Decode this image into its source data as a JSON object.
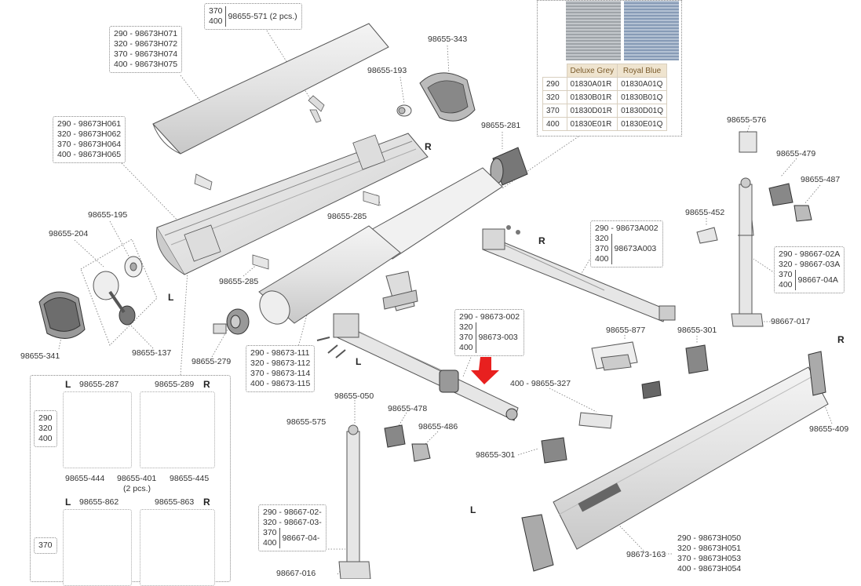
{
  "colors": {
    "line": "#555555",
    "part_fill": "#e4e4e4",
    "part_dark": "#9a9a9a",
    "accent_arrow": "#e8201f",
    "table_header": "#efe4cf",
    "swatch_grey": "#a8adb3",
    "swatch_blue": "#8fa3bd"
  },
  "boxes": {
    "top_cover_571": {
      "size_370": "370",
      "size_400": "400",
      "part": "98655-571 (2 pcs.)"
    },
    "front_cover": [
      "290 - 98673H071",
      "320 - 98673H072",
      "370 - 98673H074",
      "400 - 98673H075"
    ],
    "rear_profile": [
      "290 - 98673H061",
      "320 - 98673H062",
      "370 - 98673H064",
      "400 - 98673H065"
    ],
    "roller_tube": [
      "290 - 98673-111",
      "320 - 98673-112",
      "370 - 98673-114",
      "400 - 98673-115"
    ],
    "arm_right": {
      "s290": "290 - 98673A002",
      "s320": "320",
      "s370": "370",
      "s400": "400",
      "part": "98673A003"
    },
    "arm_left": {
      "s290": "290 - 98673-002",
      "s320": "320",
      "s370": "370",
      "s400": "400",
      "part": "98673-003"
    },
    "leg_right": {
      "l1": "290 - 98667-02A",
      "l2": "320 - 98667-03A",
      "s370": "370",
      "s400": "400",
      "part": "98667-04A"
    },
    "leg_left": {
      "l1": "290 - 98667-02-",
      "l2": "320 - 98667-03-",
      "s370": "370",
      "s400": "400",
      "part": "98667-04-"
    },
    "front_bar": [
      "290 - 98673H050",
      "320 - 98673H051",
      "370 - 98673H053",
      "400 - 98673H054"
    ]
  },
  "fabric": {
    "headers": [
      "Deluxe Grey",
      "Royal Blue"
    ],
    "rows": [
      {
        "size": "290",
        "grey": "01830A01R",
        "blue": "01830A01Q"
      },
      {
        "size": "320",
        "grey": "01830B01R",
        "blue": "01830B01Q"
      },
      {
        "size": "370",
        "grey": "01830D01R",
        "blue": "01830D01Q"
      },
      {
        "size": "400",
        "grey": "01830E01R",
        "blue": "01830E01Q"
      }
    ]
  },
  "labels": {
    "p343": "98655-343",
    "p193": "98655-193",
    "p281": "98655-281",
    "p285a": "98655-285",
    "p285b": "98655-285",
    "p195": "98655-195",
    "p204": "98655-204",
    "p137": "98655-137",
    "p341": "98655-341",
    "p279": "98655-279",
    "p576": "98655-576",
    "p479": "98655-479",
    "p487": "98655-487",
    "p452": "98655-452",
    "p017": "98667-017",
    "p877": "98655-877",
    "p301a": "98655-301",
    "p301b": "98655-301",
    "p327": "400 - 98655-327",
    "p050": "98655-050",
    "p478": "98655-478",
    "p486": "98655-486",
    "p575": "98655-575",
    "p409": "98655-409",
    "p163": "98673-163",
    "p016": "98667-016"
  },
  "sides": {
    "r1": "R",
    "r2": "R",
    "r3": "R",
    "l1": "L",
    "l2": "L",
    "l3": "L"
  },
  "kit": {
    "side_l1": "L",
    "p287": "98655-287",
    "p289": "98655-289",
    "side_r1": "R",
    "sizes_a": [
      "290",
      "320",
      "400"
    ],
    "p444": "98655-444",
    "p401": "98655-401",
    "p401_qty": "(2 pcs.)",
    "p445": "98655-445",
    "side_l2": "L",
    "p862": "98655-862",
    "p863": "98655-863",
    "side_r2": "R",
    "size_b": "370"
  }
}
